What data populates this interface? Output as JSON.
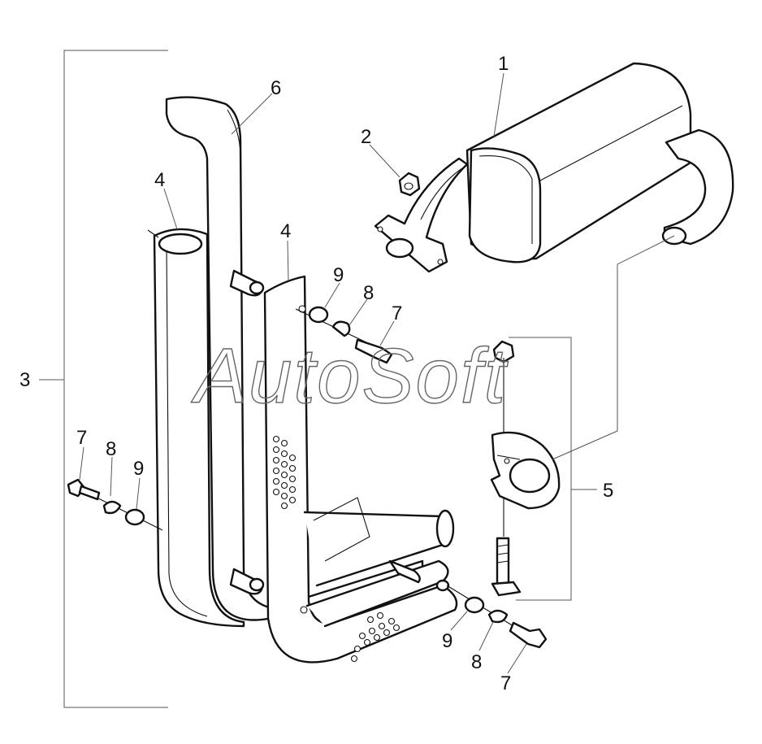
{
  "watermark": "AutoSoft",
  "callouts": {
    "muffler": "1",
    "nut_top": "2",
    "guard_assembly": "3",
    "guard_left_upper": "4",
    "guard_right_upper": "4",
    "clamp": "5",
    "stack_pipe": "6",
    "bolt_upper": "7",
    "lockwasher_upper": "8",
    "washer_upper": "9",
    "bolt_left": "7",
    "lockwasher_left": "8",
    "washer_left": "9",
    "washer_lower": "9",
    "lockwasher_lower": "8",
    "bolt_lower": "7"
  },
  "colors": {
    "line": "#111111",
    "leader": "#555555",
    "background": "#ffffff"
  }
}
